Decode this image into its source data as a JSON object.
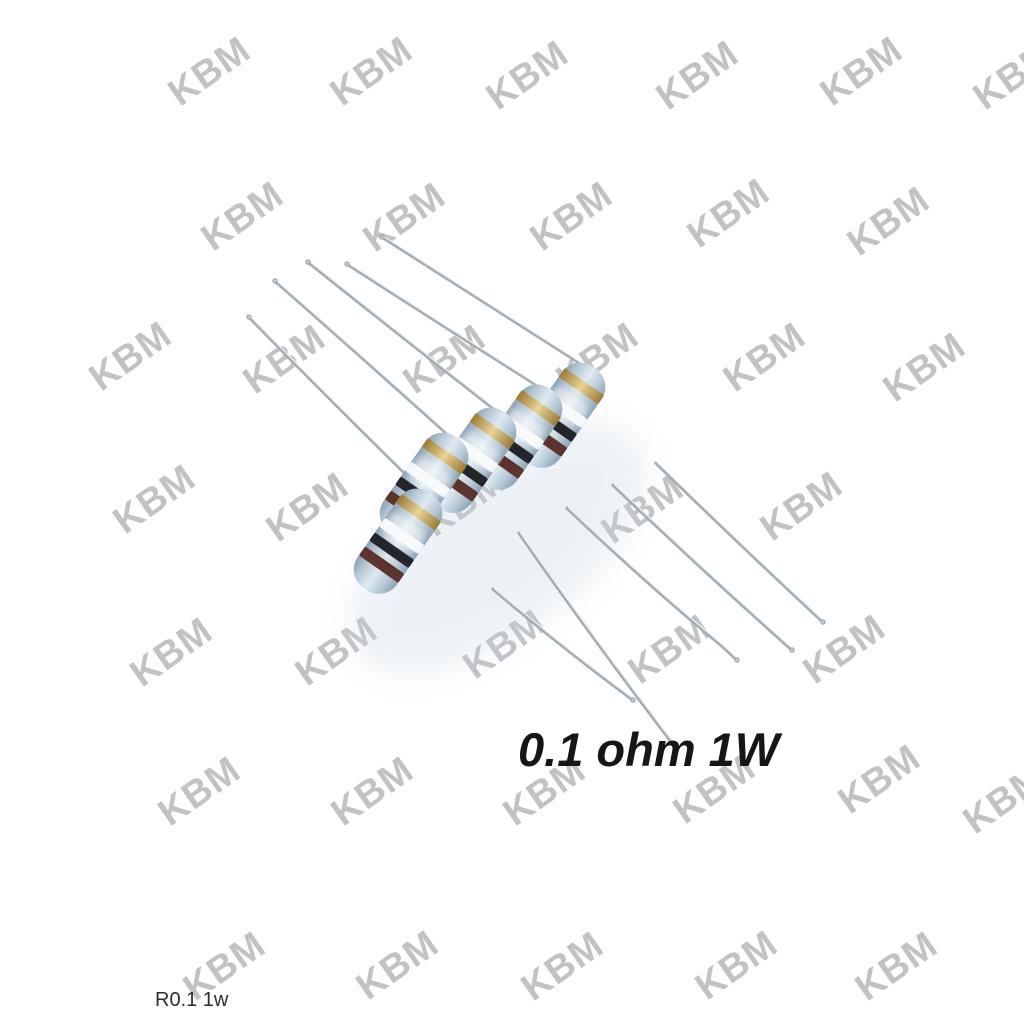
{
  "product": {
    "label": "0.1 ohm 1W",
    "caption": "R0.1 1w",
    "resistor_count": 5,
    "band_colors": [
      "gold",
      "silver",
      "black",
      "brown"
    ]
  },
  "watermark": {
    "text": "KBM"
  },
  "colors": {
    "background": "#ffffff",
    "watermark": "#c2c2c5",
    "label_text": "#161616",
    "caption_text": "#2e2e2e",
    "body_dark": "#8ba3b6",
    "body_mid": "#b5c8d6",
    "body_light": "#dfeaf1",
    "band_gold_dark": "#9d7a35",
    "band_gold_light": "#e9d394",
    "band_silver": "#f3f6f7",
    "band_black": "#23252b",
    "band_brown": "#5e332c",
    "lead": "#a3adb4",
    "shadow": "#c6d6e2"
  }
}
